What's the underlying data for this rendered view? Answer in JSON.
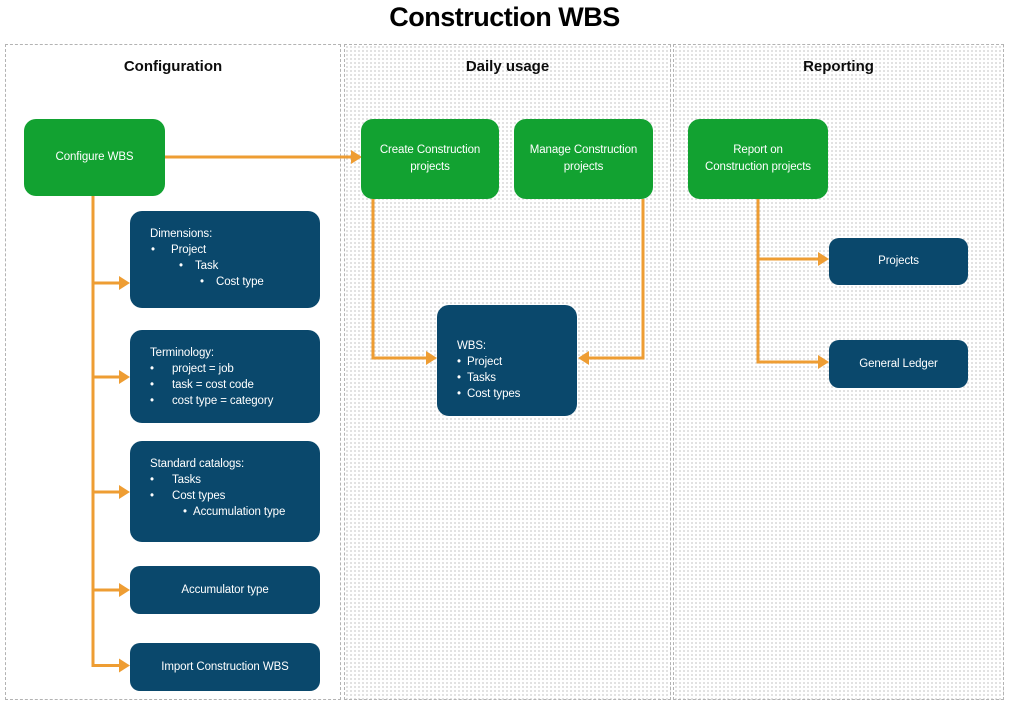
{
  "title": "Construction WBS",
  "columns": [
    {
      "header": "Configuration"
    },
    {
      "header": "Daily usage"
    },
    {
      "header": "Reporting"
    }
  ],
  "ui": {
    "bullet": "•"
  },
  "colors": {
    "green": "#12A231",
    "blue": "#0A486C",
    "orange": "#EE9D33"
  },
  "nodes": {
    "configure_wbs": {
      "label": "Configure WBS"
    },
    "dimensions": {
      "title": "Dimensions:",
      "bullets": [
        {
          "text": "Project"
        },
        {
          "text": "Task"
        },
        {
          "text": "Cost type"
        }
      ]
    },
    "terminology": {
      "title": "Terminology:",
      "bullets": [
        {
          "text": "project = job"
        },
        {
          "text": "task = cost code"
        },
        {
          "text": "cost type = category"
        }
      ]
    },
    "standard_catalogs": {
      "title": "Standard catalogs:",
      "bullets": [
        {
          "text": "Tasks"
        },
        {
          "text": "Cost types"
        },
        {
          "text": "Accumulation type"
        }
      ]
    },
    "accumulator_type": {
      "label": "Accumulator type"
    },
    "import_construction_wbs": {
      "label": "Import Construction WBS"
    },
    "create_projects": {
      "label": "Create Construction projects"
    },
    "manage_projects": {
      "label": "Manage Construction projects"
    },
    "wbs": {
      "title": "WBS:",
      "bullets": [
        {
          "text": "Project"
        },
        {
          "text": "Tasks"
        },
        {
          "text": "Cost types"
        }
      ]
    },
    "report_projects": {
      "label": "Report on Construction projects"
    },
    "projects": {
      "label": "Projects"
    },
    "general_ledger": {
      "label": "General Ledger"
    }
  }
}
